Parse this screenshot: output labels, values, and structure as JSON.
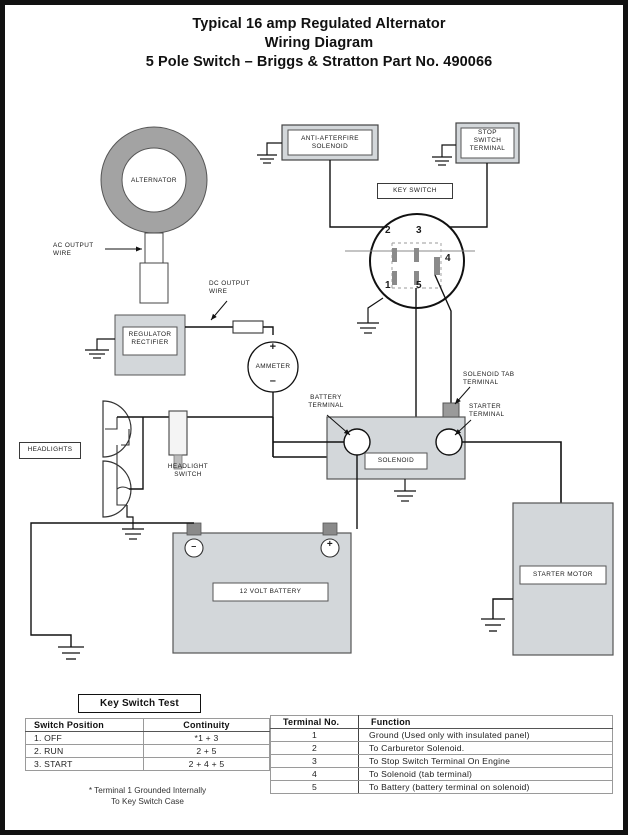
{
  "title": {
    "line1": "Typical 16 amp Regulated Alternator",
    "line2": "Wiring Diagram",
    "line3": "5 Pole Switch – Briggs & Stratton Part No. 490066"
  },
  "diagram": {
    "alternator_label": "ALTERNATOR",
    "ac_output_wire_label": "AC OUTPUT\nWIRE",
    "ac_output_wire_l1": "AC OUTPUT",
    "ac_output_wire_l2": "WIRE",
    "dc_output_wire_l1": "DC OUTPUT",
    "dc_output_wire_l2": "WIRE",
    "regulator_l1": "REGULATOR",
    "regulator_l2": "RECTIFIER",
    "ammeter_label": "AMMETER",
    "ammeter_plus": "+",
    "ammeter_minus": "–",
    "anti_afterfire_l1": "ANTI-AFTERFIRE",
    "anti_afterfire_l2": "SOLENOID",
    "stop_switch_l1": "STOP",
    "stop_switch_l2": "SWITCH",
    "stop_switch_l3": "TERMINAL",
    "key_switch_label": "KEY SWITCH",
    "key_switch_terminals": [
      "2",
      "3",
      "4",
      "1",
      "5"
    ],
    "headlights_label": "HEADLIGHTS",
    "headlight_switch_l1": "HEADLIGHT",
    "headlight_switch_l2": "SWITCH",
    "battery_terminal_l1": "BATTERY",
    "battery_terminal_l2": "TERMINAL",
    "solenoid_tab_l1": "SOLENOID TAB",
    "solenoid_tab_l2": "TERMINAL",
    "starter_terminal_l1": "STARTER",
    "starter_terminal_l2": "TERMINAL",
    "solenoid_label": "SOLENOID",
    "battery_label": "12 VOLT BATTERY",
    "battery_neg": "–",
    "battery_pos": "+",
    "starter_motor_label": "STARTER MOTOR",
    "colors": {
      "alternator_ring": "#a3a3a3",
      "component_fill": "#d3d7da",
      "wire": "#111111",
      "border": "#111111"
    }
  },
  "key_switch_test": {
    "caption": "Key Switch Test",
    "headers": [
      "Switch Position",
      "Continuity"
    ],
    "rows": [
      [
        "1.  OFF",
        "*1 + 3"
      ],
      [
        "2.  RUN",
        "2 + 5"
      ],
      [
        "3.  START",
        "2 + 4 + 5"
      ]
    ],
    "footnote_line1": "*  Terminal 1 Grounded Internally",
    "footnote_line2": "To Key Switch Case"
  },
  "terminal_table": {
    "headers": [
      "Terminal No.",
      "Function"
    ],
    "rows": [
      [
        "1",
        "Ground (Used only with insulated panel)"
      ],
      [
        "2",
        "To Carburetor Solenoid."
      ],
      [
        "3",
        "To Stop Switch Terminal On Engine"
      ],
      [
        "4",
        "To Solenoid (tab terminal)"
      ],
      [
        "5",
        "To Battery (battery terminal on solenoid)"
      ]
    ]
  }
}
